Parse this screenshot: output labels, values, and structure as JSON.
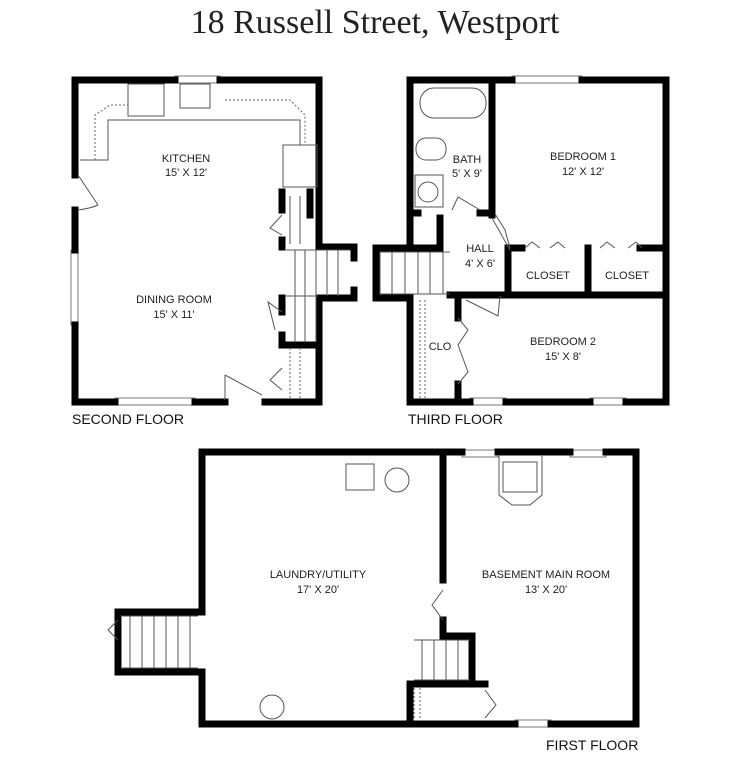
{
  "title": "18 Russell Street, Westport",
  "floors": {
    "second": {
      "label": "SECOND FLOOR",
      "rooms": [
        {
          "name": "KITCHEN",
          "size": "15' X 12'"
        },
        {
          "name": "DINING ROOM",
          "size": "15' X 11'"
        }
      ]
    },
    "third": {
      "label": "THIRD FLOOR",
      "rooms": [
        {
          "name": "BATH",
          "size": "5' X 9'"
        },
        {
          "name": "BEDROOM 1",
          "size": "12' X 12'"
        },
        {
          "name": "HALL",
          "size": "4' X 6'"
        },
        {
          "name": "CLOSET"
        },
        {
          "name": "CLOSET"
        },
        {
          "name": "CLO"
        },
        {
          "name": "BEDROOM 2",
          "size": "15' X 8'"
        }
      ]
    },
    "first": {
      "label": "FIRST FLOOR",
      "rooms": [
        {
          "name": "LAUNDRY/UTILITY",
          "size": "17' X 20'"
        },
        {
          "name": "BASEMENT MAIN ROOM",
          "size": "13' X 20'"
        }
      ]
    }
  }
}
